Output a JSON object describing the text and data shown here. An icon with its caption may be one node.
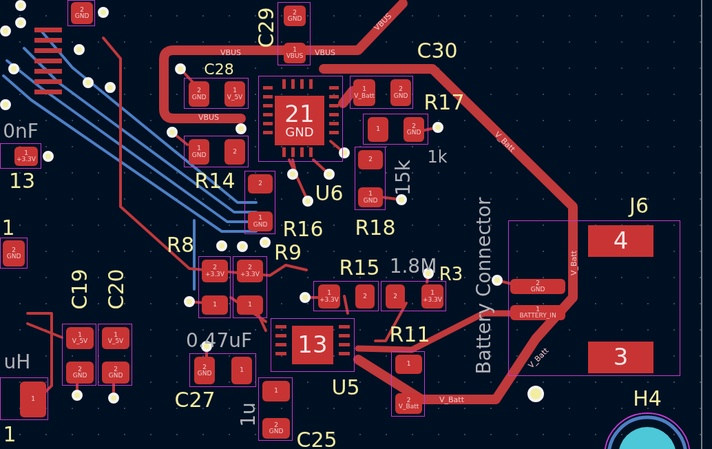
{
  "diagram": {
    "nodes": [
      {
        "text": [
          "2",
          "GND",
          "1",
          "VBUS"
        ],
        "beside": [
          "C29"
        ]
      },
      {
        "text": [
          "2",
          "GND",
          "1",
          "V_5V"
        ],
        "beside": [
          "C28"
        ]
      },
      {
        "text": [
          "21",
          "GND"
        ],
        "beside": [
          "U6"
        ]
      },
      {
        "text": [
          "1",
          "GND",
          "2"
        ],
        "beside": [
          "R14"
        ]
      },
      {
        "text": [
          "1",
          "V_Batt",
          "2",
          "GND"
        ],
        "beside": [
          "C30"
        ]
      },
      {
        "text": [
          "1",
          "2",
          "GND"
        ],
        "beside": [
          "R17",
          "1k"
        ]
      },
      {
        "text": [
          "2",
          "1",
          "GND"
        ],
        "beside": [
          "R16"
        ]
      },
      {
        "text": [
          "2",
          "1",
          "GND"
        ],
        "beside": [
          "R18",
          "15k"
        ]
      },
      {
        "text": [
          "2",
          "+3.3V",
          "1"
        ],
        "beside": [
          "R8"
        ]
      },
      {
        "text": [
          "2",
          "+3.3V",
          "1"
        ],
        "beside": [
          "R9"
        ]
      },
      {
        "text": [
          "1",
          "+3.3V",
          "2"
        ],
        "beside": [
          "R15"
        ]
      },
      {
        "text": [
          "2",
          "1",
          "+3.3V"
        ],
        "beside": [
          "R3",
          "1.8M"
        ]
      },
      {
        "text": [
          "13"
        ],
        "beside": [
          "U5"
        ]
      },
      {
        "text": [
          "2",
          "GND",
          "1"
        ],
        "beside": [
          "C27",
          "0.47uF"
        ]
      },
      {
        "text": [
          "1",
          "2",
          "GND"
        ],
        "beside": [
          "C25",
          "1u"
        ]
      },
      {
        "text": [
          "1",
          "2",
          "V_Batt"
        ],
        "beside": [
          "R11"
        ]
      },
      {
        "text": [
          "2",
          "GND",
          "1",
          "BATTERY_IN",
          "4",
          "3"
        ],
        "beside": [
          "J6",
          "Battery Connector"
        ]
      },
      {
        "text": [
          "1",
          "V_5V",
          "2",
          "GND"
        ],
        "beside": [
          "C19"
        ]
      },
      {
        "text": [
          "1",
          "V_5V",
          "2",
          "GND"
        ],
        "beside": [
          "C20"
        ]
      },
      {
        "text": [
          "1",
          "+3.3V"
        ],
        "beside": [
          "13",
          "0nF"
        ]
      },
      {
        "text": [
          "2",
          "GND"
        ]
      },
      {
        "text": [
          "2",
          "GND"
        ],
        "beside": [
          "1"
        ]
      },
      {
        "text": [
          "1"
        ],
        "beside": [
          "1",
          "uH"
        ]
      }
    ],
    "labels": [
      "VBUS",
      "VBUS",
      "VBUS",
      "VBUS",
      "V_Batt",
      "V_Batt",
      "V_Batt",
      "V_Batt",
      "H4"
    ]
  }
}
